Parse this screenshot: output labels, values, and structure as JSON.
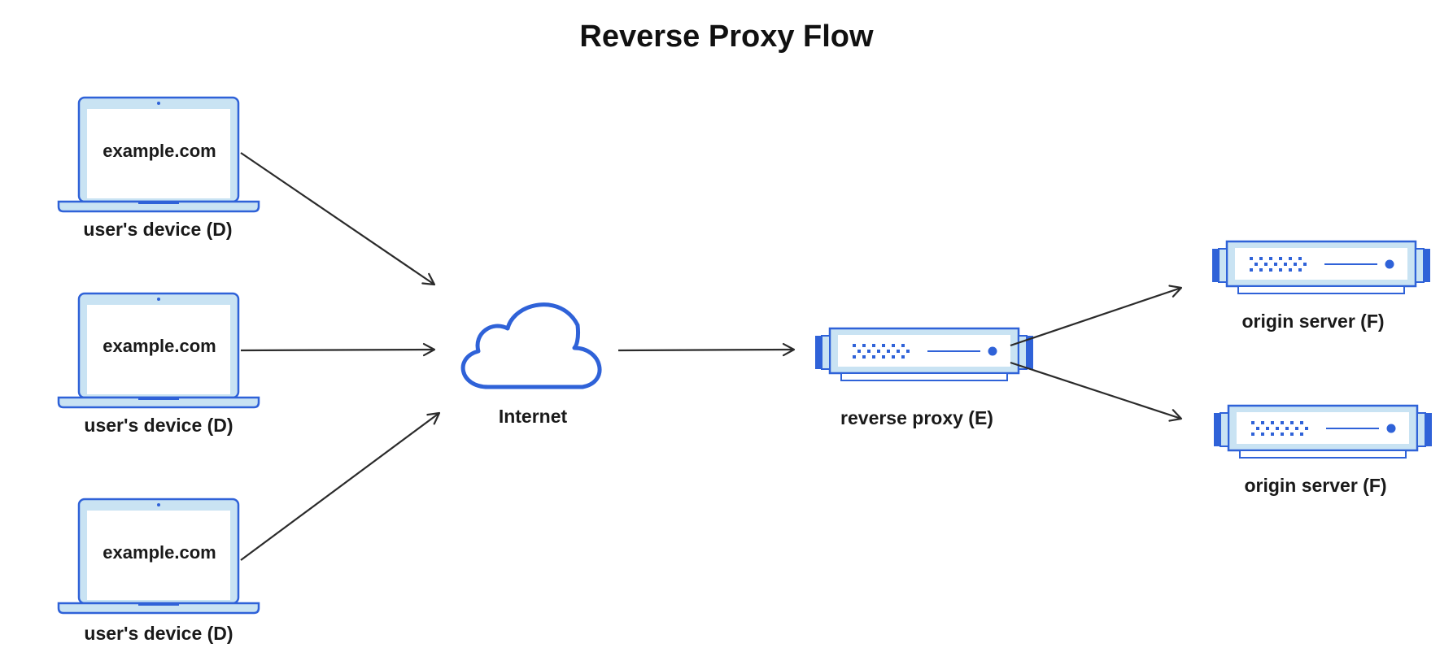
{
  "title": "Reverse Proxy Flow",
  "devices": [
    {
      "screen_text": "example.com",
      "label": "user's device (D)"
    },
    {
      "screen_text": "example.com",
      "label": "user's device (D)"
    },
    {
      "screen_text": "example.com",
      "label": "user's device (D)"
    }
  ],
  "internet": {
    "label": "Internet",
    "icon": "cloud-icon"
  },
  "proxy": {
    "label": "reverse proxy (E)",
    "icon": "server-icon"
  },
  "origins": [
    {
      "label": "origin server (F)",
      "icon": "server-icon"
    },
    {
      "label": "origin server (F)",
      "icon": "server-icon"
    }
  ],
  "colors": {
    "accent_blue": "#2f62d8",
    "light_blue": "#c9e3f3",
    "arrow": "#2b2b2b"
  }
}
